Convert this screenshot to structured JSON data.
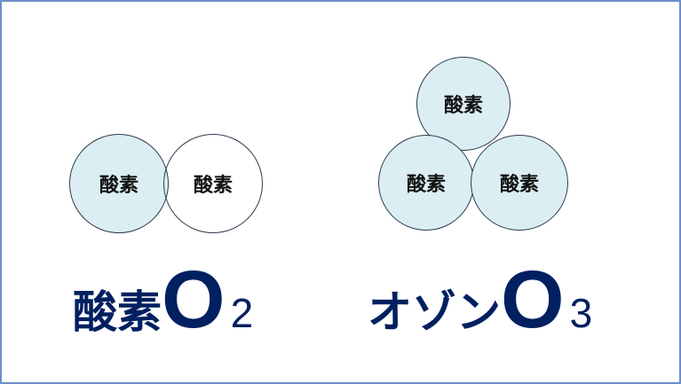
{
  "colors": {
    "frame": "#6b8fc9",
    "atom_fill": "#dbeef4",
    "atom_stroke": "#2f3b4f",
    "formula_text": "#002060"
  },
  "o2": {
    "atoms": [
      "酸素",
      "酸素"
    ],
    "name": "酸素",
    "symbol": "O",
    "subscript": "2"
  },
  "o3": {
    "atoms": [
      "酸素",
      "酸素",
      "酸素"
    ],
    "name": "オゾン",
    "symbol": "O",
    "subscript": "3"
  }
}
